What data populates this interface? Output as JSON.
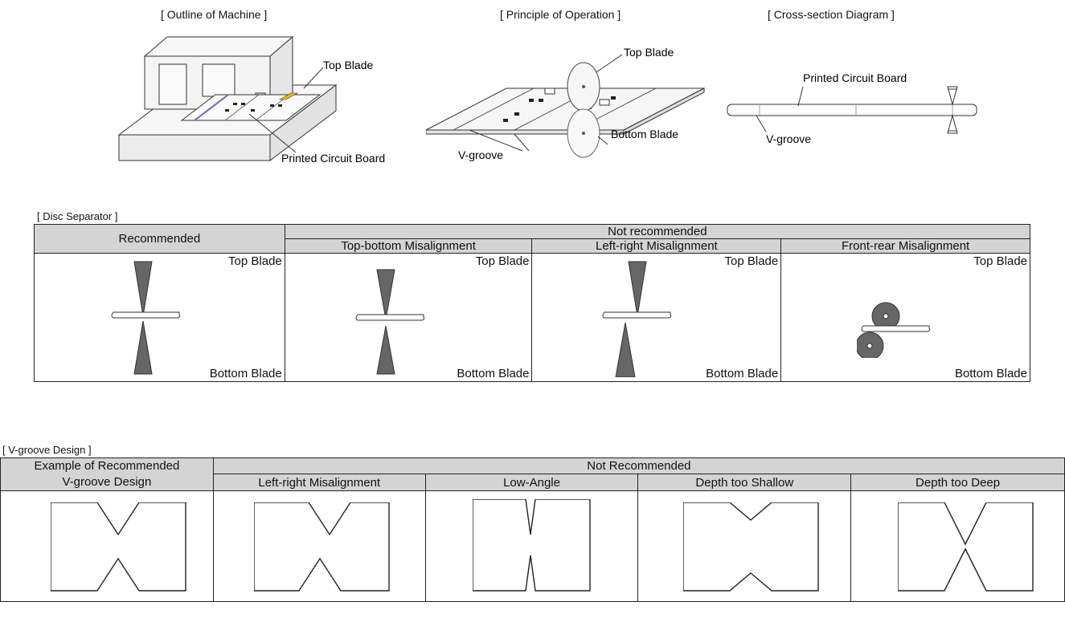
{
  "top": {
    "outline": {
      "caption": "[ Outline of Machine ]",
      "top_blade": "Top Blade",
      "pcb": "Printed Circuit Board"
    },
    "principle": {
      "caption": "[ Principle of Operation ]",
      "top_blade": "Top Blade",
      "bottom_blade": "Bottom Blade",
      "vgroove": "V-groove"
    },
    "cross": {
      "caption": "[ Cross-section Diagram ]",
      "pcb": "Printed Circuit Board",
      "vgroove": "V-groove"
    }
  },
  "disc": {
    "title": "[ Disc Separator ]",
    "recommended": "Recommended",
    "not_recommended": "Not recommended",
    "cols": [
      "Top-bottom Misalignment",
      "Left-right Misalignment",
      "Front-rear Misalignment"
    ],
    "top_label": "Top Blade",
    "bottom_label": "Bottom Blade"
  },
  "vg": {
    "title": "[ V-groove Design ]",
    "example_l1": "Example of Recommended",
    "example_l2": "V-groove Design",
    "not_recommended": "Not Recommended",
    "cols": [
      "Left-right Misalignment",
      "Low-Angle",
      "Depth too Shallow",
      "Depth too Deep"
    ]
  }
}
